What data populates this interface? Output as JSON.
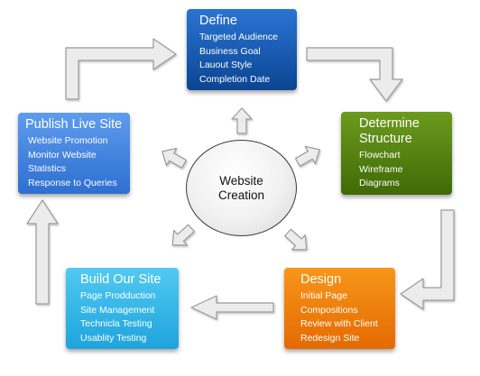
{
  "center": {
    "line1": "Website",
    "line2": "Creation"
  },
  "define": {
    "title": "Define",
    "items": [
      "Targeted Audience",
      "Business Goal",
      "Lauout Style",
      "Completion Date"
    ]
  },
  "determine": {
    "title_line1": "Determine",
    "title_line2": "Structure",
    "items": [
      "Flowchart",
      "Wireframe",
      "Diagrams"
    ]
  },
  "design": {
    "title": "Design",
    "items": [
      "Initial Page",
      "Compositions",
      "Review with Client",
      "Redesign Site"
    ]
  },
  "build": {
    "title": "Build Our Site",
    "items": [
      "Page Prodduction",
      "Site Management",
      "Technicla Testing",
      "Usablity Testing"
    ]
  },
  "publish": {
    "title": "Publish Live Site",
    "items": [
      "Website Promotion",
      "Monitor Website",
      "Statistics",
      "Response to Queries"
    ]
  },
  "colors": {
    "define": "#0b4593",
    "determine": "#3f6a06",
    "design": "#e46a02",
    "build": "#1ea4dc",
    "publish": "#2e6fd0",
    "arrow_fill": "#ececec",
    "arrow_stroke": "#9a9a9a"
  }
}
